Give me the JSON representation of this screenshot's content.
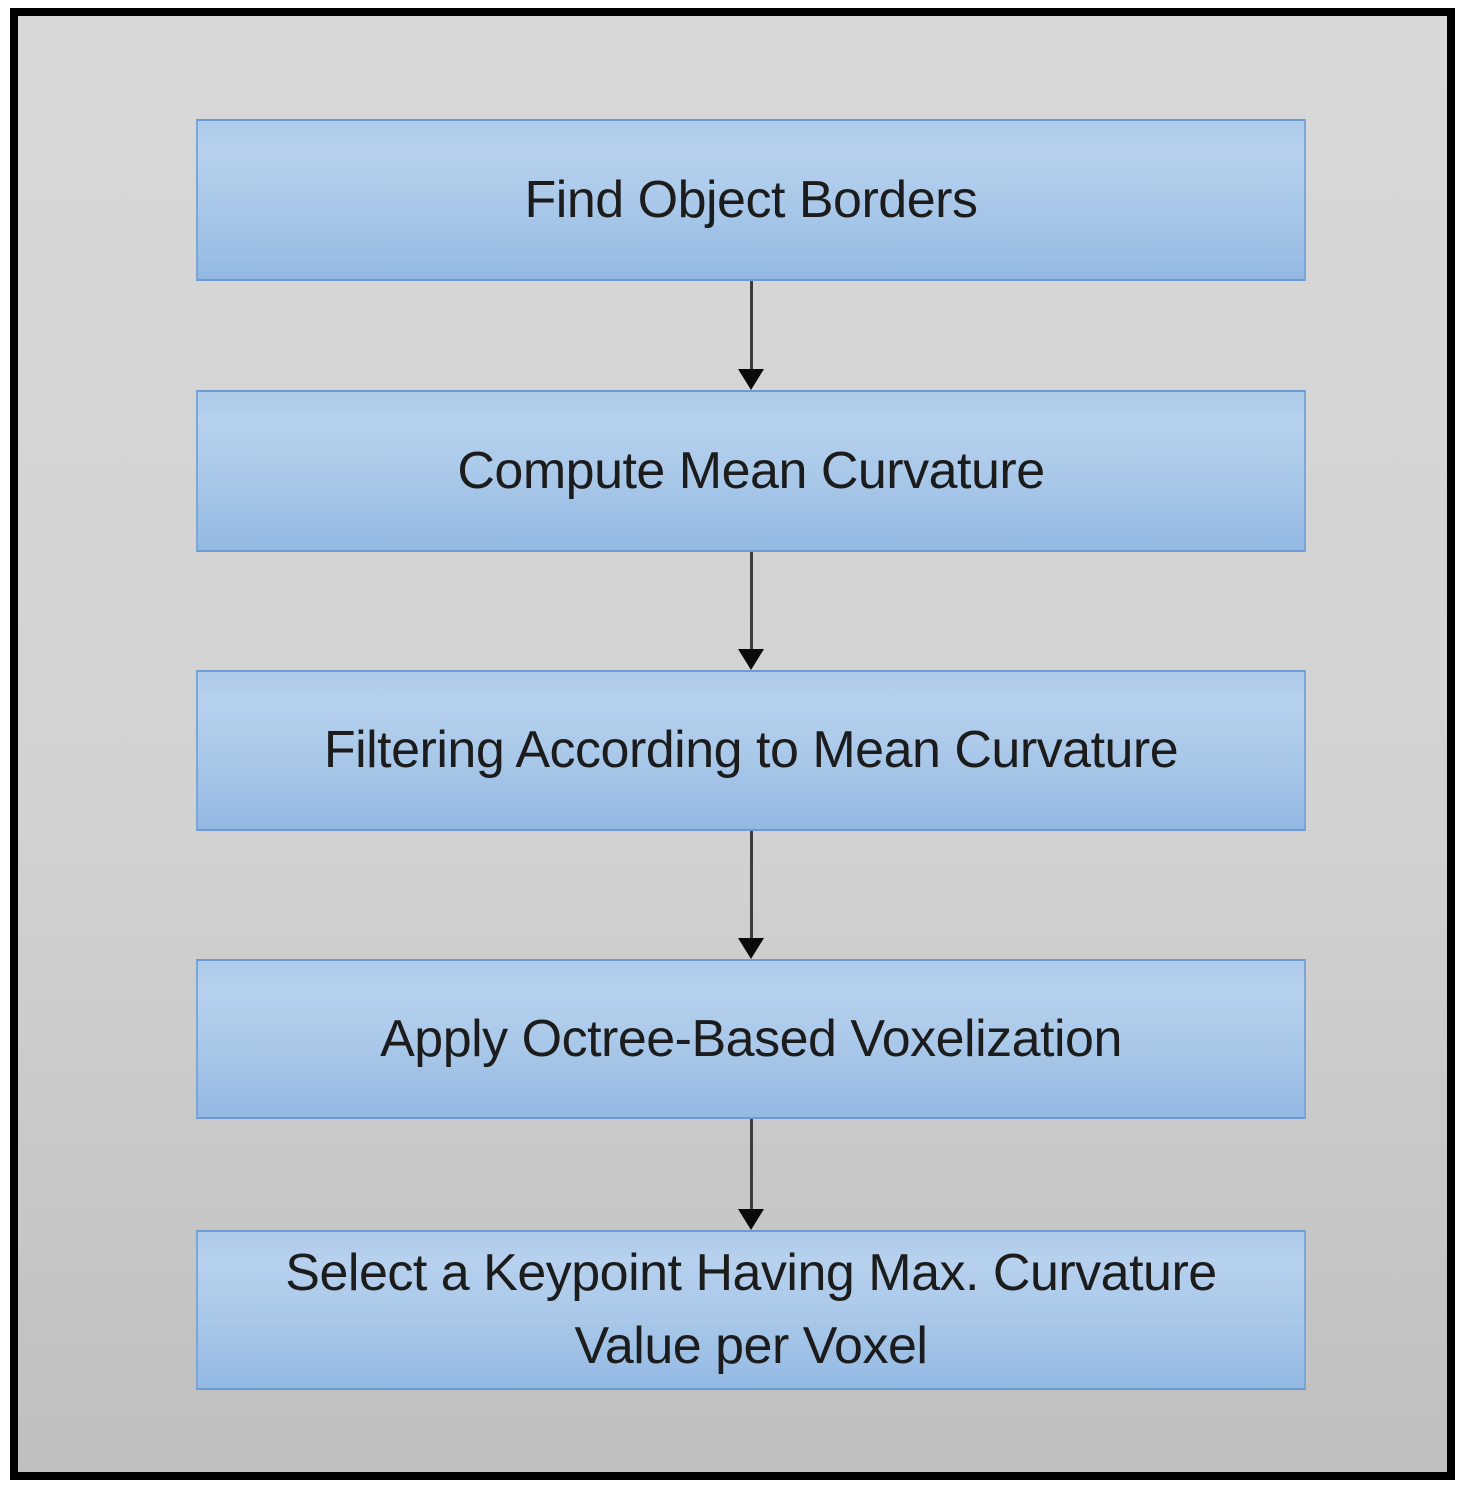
{
  "diagram": {
    "type": "flowchart",
    "direction": "top-down",
    "steps": [
      {
        "id": 1,
        "label": "Find Object Borders"
      },
      {
        "id": 2,
        "label": "Compute Mean Curvature"
      },
      {
        "id": 3,
        "label": "Filtering According to Mean Curvature"
      },
      {
        "id": 4,
        "label": "Apply Octree-Based Voxelization"
      },
      {
        "id": 5,
        "label": "Select a Keypoint Having Max. Curvature Value per Voxel"
      }
    ],
    "connections": [
      {
        "from": 1,
        "to": 2,
        "style": "arrow-down"
      },
      {
        "from": 2,
        "to": 3,
        "style": "arrow-down"
      },
      {
        "from": 3,
        "to": 4,
        "style": "arrow-down"
      },
      {
        "from": 4,
        "to": 5,
        "style": "arrow-down"
      }
    ],
    "colors": {
      "box_fill_top": "#b7d1ee",
      "box_fill_bottom": "#93b9e3",
      "box_border": "#7aa6d8",
      "text": "#1c1c1c",
      "arrow": "#0a0a0a",
      "background_top": "#d8d8d8",
      "background_bottom": "#bfbfbf",
      "outer_frame": "#000000",
      "page_background": "#ffffff"
    }
  }
}
